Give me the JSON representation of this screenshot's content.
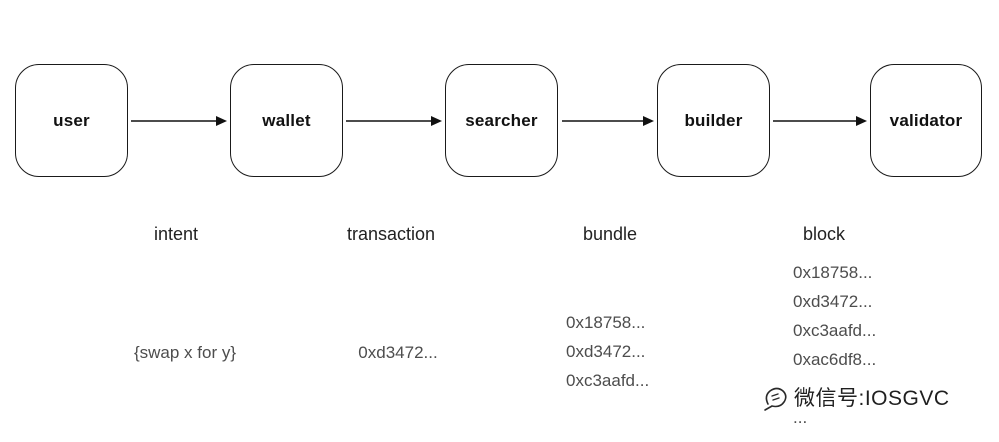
{
  "diagram": {
    "nodes": [
      {
        "label": "user"
      },
      {
        "label": "wallet"
      },
      {
        "label": "searcher"
      },
      {
        "label": "builder"
      },
      {
        "label": "validator"
      }
    ],
    "stages": [
      {
        "label": "intent",
        "items": [
          "{swap x for y}"
        ]
      },
      {
        "label": "transaction",
        "items": [
          "0xd3472..."
        ]
      },
      {
        "label": "bundle",
        "items": [
          "0x18758...",
          "0xd3472...",
          "0xc3aafd..."
        ]
      },
      {
        "label": "block",
        "items": [
          "0x18758...",
          "0xd3472...",
          "0xc3aafd...",
          "0xac6df8...",
          "..."
        ]
      }
    ],
    "colors": {
      "node_border": "#1a1a1a",
      "node_text": "#111111",
      "stage_label_text": "#222222",
      "data_text": "#4d4d4d",
      "arrow": "#111111"
    }
  },
  "watermark": {
    "text": "微信号:IOSGVC"
  }
}
